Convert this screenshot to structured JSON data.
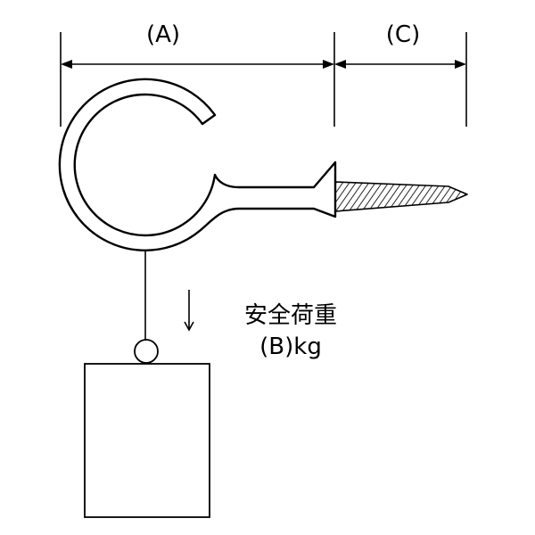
{
  "dimensions": {
    "a_label": "(A)",
    "c_label": "(C)"
  },
  "load": {
    "label_line1": "安全荷重",
    "label_line2": "(B)kg"
  }
}
